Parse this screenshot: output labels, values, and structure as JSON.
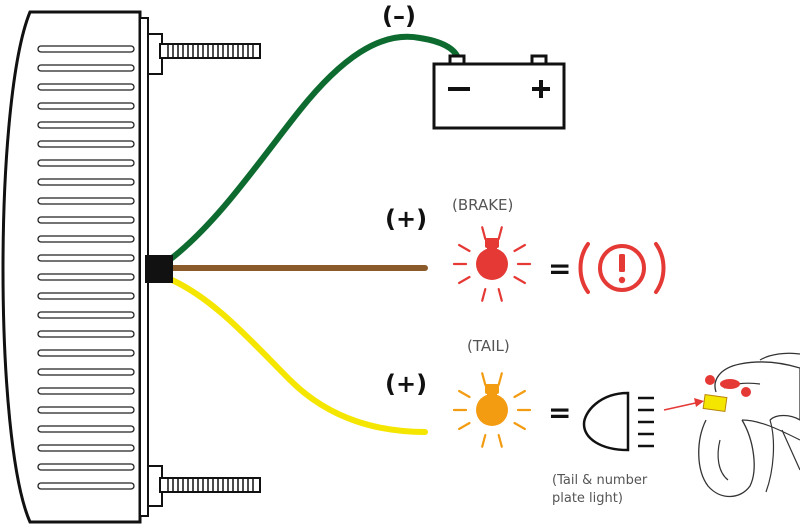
{
  "labels": {
    "negative": "(–)",
    "brake_positive": "(+)",
    "brake_name": "(BRAKE)",
    "tail_positive": "(+)",
    "tail_name": "(TAIL)",
    "equals": "=",
    "note_line1": "(Tail & number",
    "note_line2": "plate light)",
    "battery_minus": "−",
    "battery_plus": "+",
    "warning_mark": "!"
  },
  "colors": {
    "ground_wire": "#0d6b2f",
    "brake_wire": "#8b5a2b",
    "tail_wire": "#f5e600",
    "brake_bulb": "#e53935",
    "tail_bulb": "#f39c12",
    "outline": "#111111"
  },
  "icons": {
    "battery": "battery-icon",
    "brake_bulb": "brake-bulb-icon",
    "warning": "brake-warning-icon",
    "tail_bulb": "tail-bulb-icon",
    "tail_light": "tail-light-symbol-icon",
    "motorcycle": "motorcycle-rear-icon"
  }
}
